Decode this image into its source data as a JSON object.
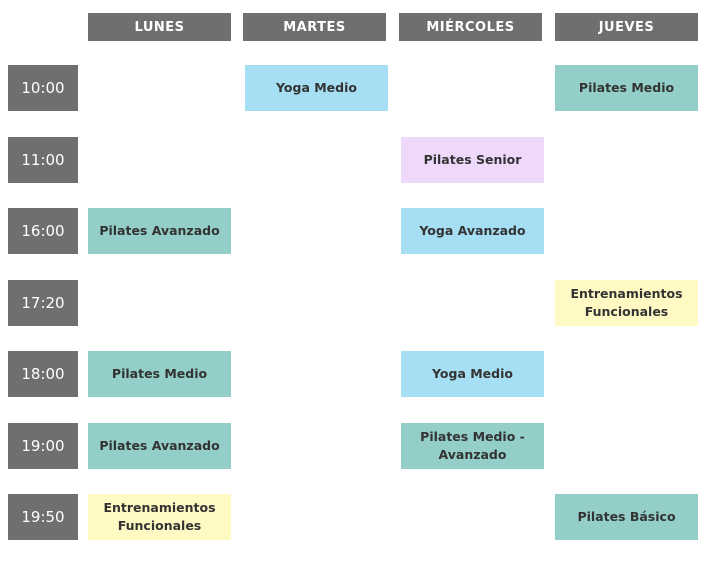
{
  "days": [
    "LUNES",
    "MARTES",
    "MIÉRCOLES",
    "JUEVES"
  ],
  "times": [
    "10:00",
    "11:00",
    "16:00",
    "17:20",
    "18:00",
    "19:00",
    "19:50"
  ],
  "colors": {
    "header": "#6f6f6f",
    "pilates": "#93cfc8",
    "yoga": "#a6dff3",
    "senior": "#eed9fb",
    "funcional": "#fff9c4"
  },
  "classes": [
    {
      "row": 0,
      "col": 1,
      "label": "Yoga Medio",
      "color": "yoga"
    },
    {
      "row": 0,
      "col": 3,
      "label": "Pilates Medio",
      "color": "pilates"
    },
    {
      "row": 1,
      "col": 2,
      "label": "Pilates Senior",
      "color": "senior"
    },
    {
      "row": 2,
      "col": 0,
      "label": "Pilates Avanzado",
      "color": "pilates"
    },
    {
      "row": 2,
      "col": 2,
      "label": "Yoga Avanzado",
      "color": "yoga"
    },
    {
      "row": 3,
      "col": 3,
      "label": "Entrenamientos Funcionales",
      "color": "funcional"
    },
    {
      "row": 4,
      "col": 0,
      "label": "Pilates Medio",
      "color": "pilates"
    },
    {
      "row": 4,
      "col": 2,
      "label": "Yoga Medio",
      "color": "yoga"
    },
    {
      "row": 5,
      "col": 0,
      "label": "Pilates Avanzado",
      "color": "pilates"
    },
    {
      "row": 5,
      "col": 2,
      "label": "Pilates Medio - Avanzado",
      "color": "pilates"
    },
    {
      "row": 6,
      "col": 0,
      "label": "Entrenamientos Funcionales",
      "color": "funcional"
    },
    {
      "row": 6,
      "col": 3,
      "label": "Pilates Básico",
      "color": "pilates"
    }
  ]
}
